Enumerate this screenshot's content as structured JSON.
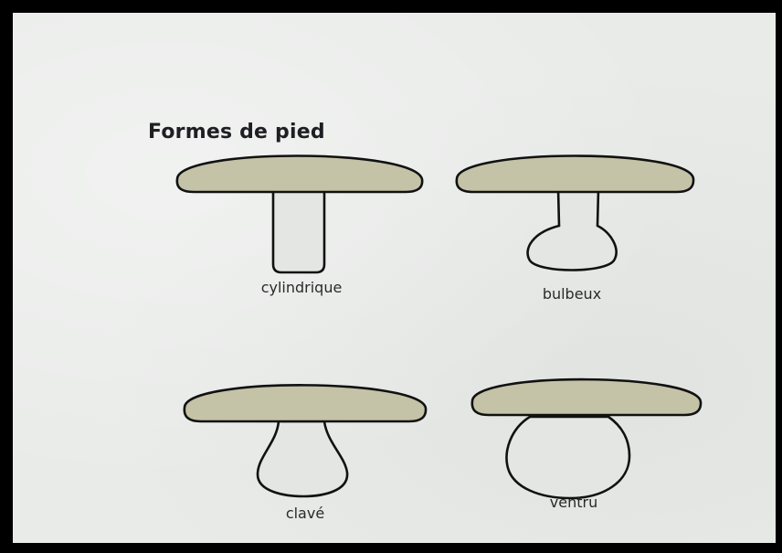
{
  "title": "Formes de pied",
  "shapes": [
    {
      "id": "cylindrique",
      "label": "cylindrique"
    },
    {
      "id": "bulbeux",
      "label": "bulbeux"
    },
    {
      "id": "clave",
      "label": "clavé"
    },
    {
      "id": "ventru",
      "label": "ventru"
    }
  ],
  "colors": {
    "cap_fill": "#c4c2a7",
    "outline": "#111111",
    "paper": "#e9ebe9"
  }
}
